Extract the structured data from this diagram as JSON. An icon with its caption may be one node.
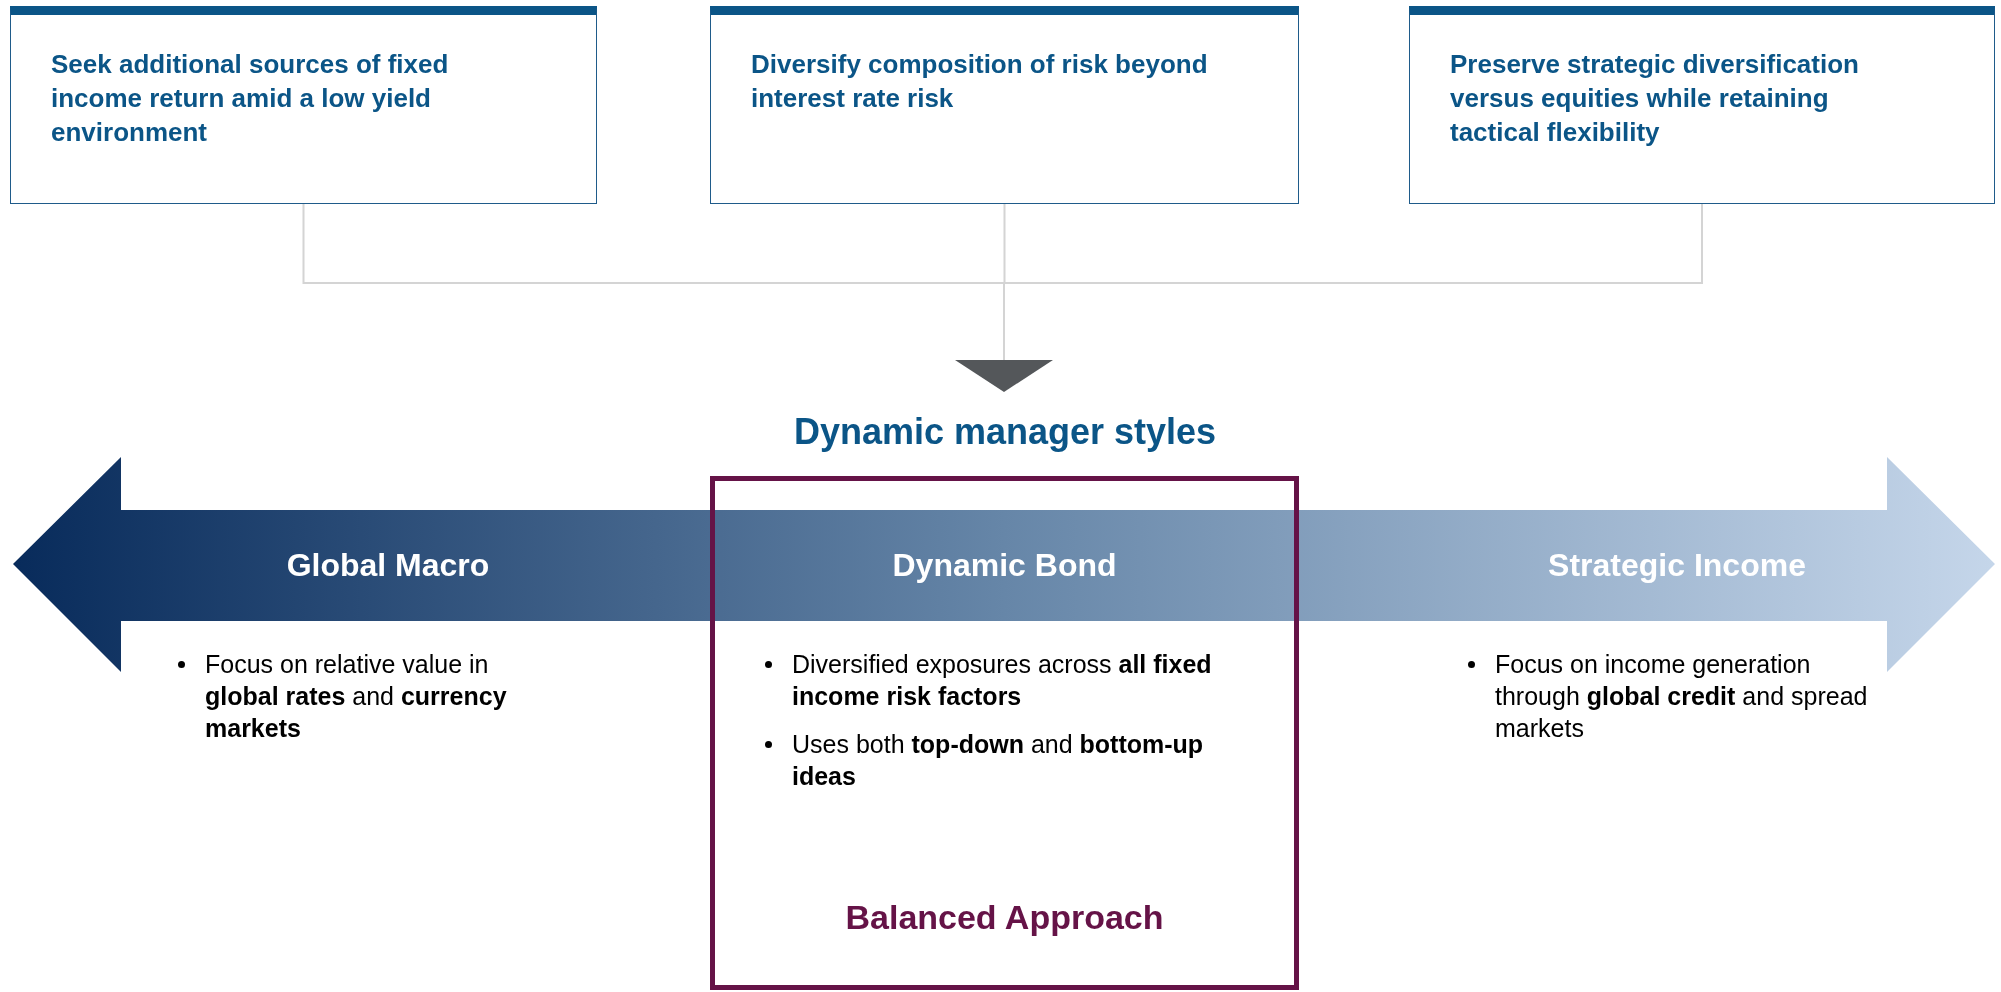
{
  "diagram": {
    "nodes": [
      {
        "text": [
          "Seek additional sources of fixed income return amid a low yield environment"
        ]
      },
      {
        "text": [
          "Diversify composition of risk beyond interest rate risk"
        ]
      },
      {
        "text": [
          "Preserve strategic diversification versus equities while retaining tactical flexibility"
        ]
      },
      {
        "text": [],
        "shape": "triangle"
      },
      {
        "text": [
          "Global Macro",
          "Strategic Income"
        ]
      },
      {
        "text": [
          "Dynamic Bond",
          "Diversified exposures across **all fixed income risk factors**",
          "Uses both **top-down** and **bottom-up ideas**",
          "Balanced Approach"
        ]
      }
    ],
    "edges": [
      {
        "from": 0,
        "to": 3,
        "arrow": "none"
      },
      {
        "from": 1,
        "to": 3,
        "arrow": "none"
      },
      {
        "from": 2,
        "to": 3,
        "arrow": "none"
      }
    ],
    "labels": [
      "Dynamic manager styles",
      "Focus on relative value in **global rates** and **currency markets**",
      "Focus on income generation through **global credit** and spread markets"
    ]
  }
}
